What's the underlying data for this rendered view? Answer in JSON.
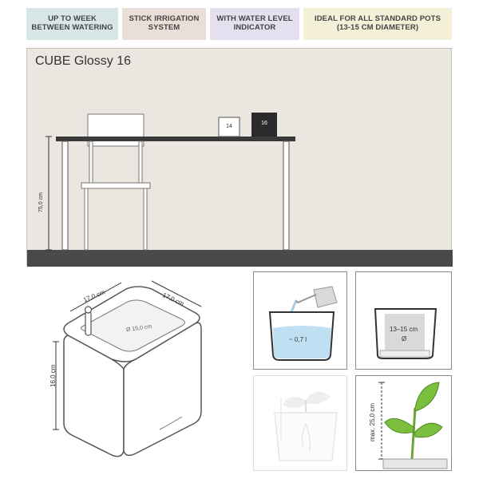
{
  "features": [
    {
      "line1": "UP TO WEEK",
      "line2": "BETWEEN WATERING",
      "color": "#d8e6e6"
    },
    {
      "line1": "STICK IRRIGATION",
      "line2": "SYSTEM",
      "color": "#eadfd8"
    },
    {
      "line1": "WITH WATER LEVEL",
      "line2": "INDICATOR",
      "color": "#e4e0f0"
    },
    {
      "line1": "IDEAL FOR ALL STANDARD POTS",
      "line2": "(13-15 CM DIAMETER)",
      "color": "#f5f0d8"
    }
  ],
  "scene": {
    "title": "CUBE Glossy 16",
    "table_height": "75,0 cm",
    "pot_small_label": "14",
    "pot_large_label": "16"
  },
  "cube": {
    "dim_left": "17,0 cm",
    "dim_right": "17,0 cm",
    "dim_diameter": "Ø 15,0 cm",
    "dim_height": "16,0 cm"
  },
  "panels": {
    "water_volume": "~ 0,7 l",
    "pot_size": "13–15 cm",
    "pot_size_symbol": "Ø",
    "plant_height": "max. 25,0 cm"
  }
}
